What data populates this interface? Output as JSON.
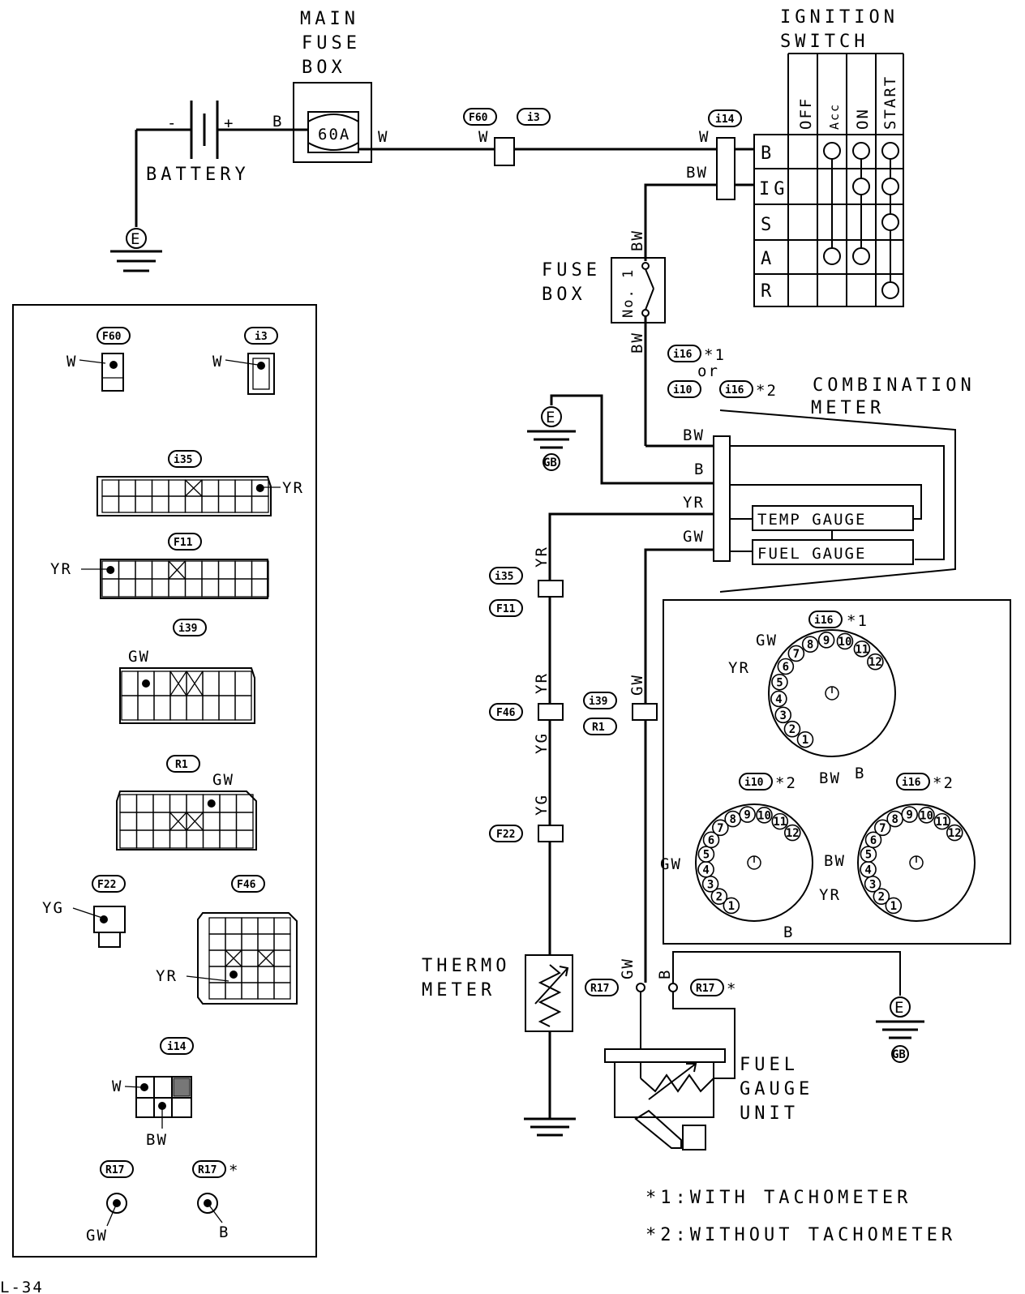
{
  "labels": {
    "main_fuse_box": [
      "MAIN",
      "FUSE",
      "BOX"
    ],
    "ignition_switch": [
      "IGNITION",
      "SWITCH"
    ],
    "battery": "BATTERY",
    "fuse_rating": "60A",
    "fuse_box": [
      "FUSE",
      "BOX"
    ],
    "fuse_no": "No. 1",
    "combination_meter": [
      "COMBINATION",
      "METER"
    ],
    "temp_gauge": "TEMP GAUGE",
    "fuel_gauge": "FUEL GAUGE",
    "thermo_meter": [
      "THERMO",
      "METER"
    ],
    "fuel_gauge_unit": [
      "FUEL",
      "GAUGE",
      "UNIT"
    ],
    "or": "or",
    "minus": "-",
    "plus": "+"
  },
  "notes": [
    "*1:WITH TACHOMETER",
    "*2:WITHOUT TACHOMETER"
  ],
  "ignition_switch": {
    "positions": [
      "OFF",
      "Acc",
      "ON",
      "START"
    ],
    "terminals": [
      "B",
      "IG",
      "S",
      "A",
      "R"
    ]
  },
  "connectors": {
    "F60": "F60",
    "i3": "i3",
    "i14": "i14",
    "i16": "i16",
    "i10": "i10",
    "i35": "i35",
    "F11": "F11",
    "F46": "F46",
    "i39": "i39",
    "R1": "R1",
    "F22": "F22",
    "R17": "R17",
    "mark1": "*1",
    "mark2": "*2",
    "markstar": "*"
  },
  "wires": {
    "B": "B",
    "W": "W",
    "BW": "BW",
    "YR": "YR",
    "GW": "GW",
    "YG": "YG"
  },
  "ground": {
    "E": "E",
    "GB": "GB"
  },
  "pins": [
    "1",
    "2",
    "3",
    "4",
    "5",
    "6",
    "7",
    "8",
    "9",
    "10",
    "11",
    "12"
  ],
  "footer": "L-34"
}
